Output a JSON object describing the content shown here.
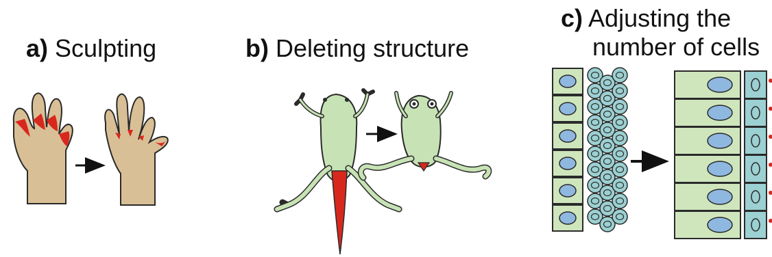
{
  "panels": [
    {
      "letter": "a)",
      "title": "Sculpting"
    },
    {
      "letter": "b)",
      "title": "Deleting structure"
    },
    {
      "letter": "c)",
      "title_line1": "Adjusting the",
      "title_line2": "number of cells"
    }
  ],
  "colors": {
    "skin": "#d9bf96",
    "apoptosis_red": "#d8281e",
    "frog_green": "#c7e3b5",
    "cell_green": "#cfe6bd",
    "nucleus_blue": "#8fb8e0",
    "cell_teal": "#9cd0d2",
    "outline": "#2a2a2a"
  }
}
